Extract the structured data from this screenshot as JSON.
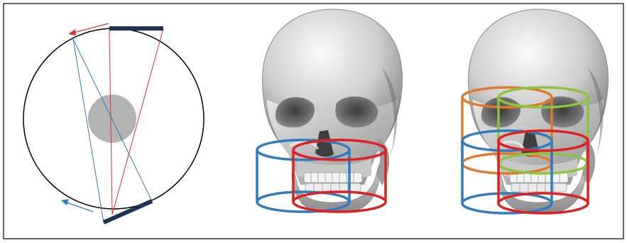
{
  "figure": {
    "panels": [
      {
        "name": "geometry-panel",
        "icons": [
          "gantry-circle",
          "isocenter-object",
          "source-detector-beams",
          "rotation-arrow"
        ]
      },
      {
        "name": "skull-two-fov-panel",
        "icons": [
          "skull-illustration",
          "cylinder-fov"
        ]
      },
      {
        "name": "skull-four-fov-panel",
        "icons": [
          "skull-illustration",
          "cylinder-fov"
        ]
      }
    ],
    "colors": {
      "frame": "#000000",
      "gantry": "#000000",
      "object": "#b3b3b3",
      "detector": "#1c3354",
      "beam_red": "#e03030",
      "beam_blue": "#2f7bc0",
      "cylinder_blue": "#2f7bc0",
      "cylinder_red": "#e02020",
      "cylinder_orange": "#e07a2a",
      "cylinder_green": "#8cc43e",
      "skull_light": "#ededed",
      "skull_shadow": "#5a5a5a"
    }
  }
}
